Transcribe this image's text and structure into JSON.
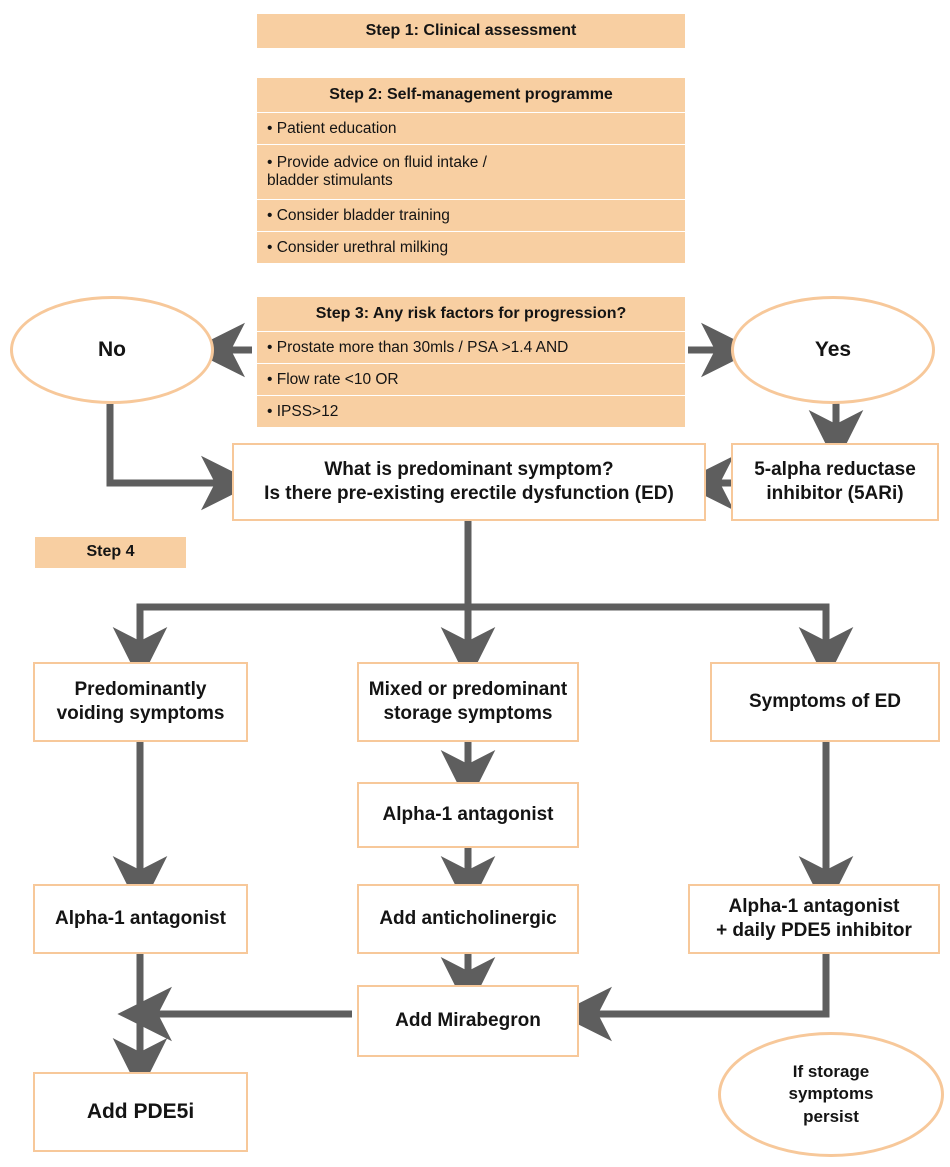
{
  "theme": {
    "fill_peach": "#f8cfa2",
    "border_peach": "#f7c89a",
    "arrow_gray": "#5e5e5e",
    "text": "#141414",
    "background": "#ffffff"
  },
  "steps": {
    "step1": {
      "title": "Step 1: Clinical assessment"
    },
    "step2": {
      "title": "Step 2: Self-management programme",
      "items": [
        "• Patient education",
        "• Provide advice on fluid intake /\n   bladder stimulants",
        "• Consider bladder training",
        "• Consider urethral milking"
      ]
    },
    "step3": {
      "title": "Step 3: Any risk factors for progression?",
      "items": [
        "• Prostate more than 30mls / PSA >1.4 AND",
        "• Flow rate <10 OR",
        "• IPSS>12"
      ]
    },
    "step4": {
      "title": "Step 4"
    }
  },
  "decisions": {
    "no_label": "No",
    "yes_label": "Yes",
    "storage_note": "If storage\nsymptoms\npersist"
  },
  "nodes": {
    "fiveari": "5-alpha reductase\ninhibitor (5ARi)",
    "predominant_symptom": "What is predominant symptom?\nIs there pre-existing erectile dysfunction (ED)",
    "branch_voiding": "Predominantly\nvoiding symptoms",
    "branch_storage": "Mixed or predominant\nstorage symptoms",
    "branch_ed": "Symptoms of ED",
    "alpha1_storage": "Alpha-1 antagonist",
    "alpha1_voiding": "Alpha-1 antagonist",
    "add_anticholinergic": "Add anticholinergic",
    "alpha1_pde5": "Alpha-1 antagonist\n+ daily PDE5 inhibitor",
    "add_mirabegron": "Add Mirabegron",
    "add_pde5i": "Add PDE5i"
  }
}
